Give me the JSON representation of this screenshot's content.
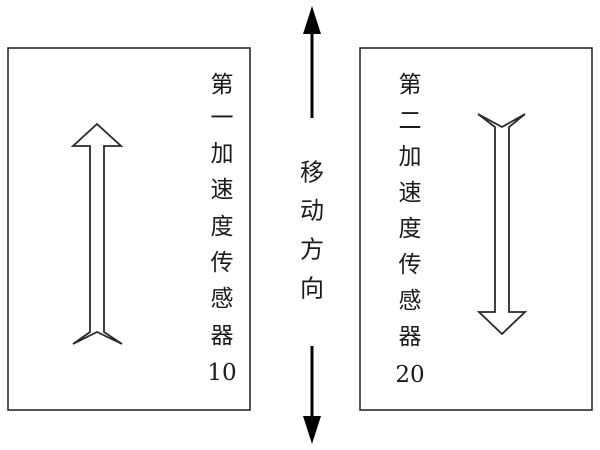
{
  "sensor_1": {
    "label_chars": [
      "第",
      "一",
      "加",
      "速",
      "度",
      "传",
      "感",
      "器"
    ],
    "number": "10",
    "arrow_direction": "up"
  },
  "sensor_2": {
    "label_chars": [
      "第",
      "二",
      "加",
      "速",
      "度",
      "传",
      "感",
      "器"
    ],
    "number": "20",
    "arrow_direction": "down"
  },
  "movement": {
    "label_chars": [
      "移",
      "动",
      "方",
      "向"
    ],
    "arrow_direction": "up-down"
  },
  "colors": {
    "stroke": "#2a2a2a",
    "movement_arrow": "#000000",
    "background": "#ffffff"
  }
}
